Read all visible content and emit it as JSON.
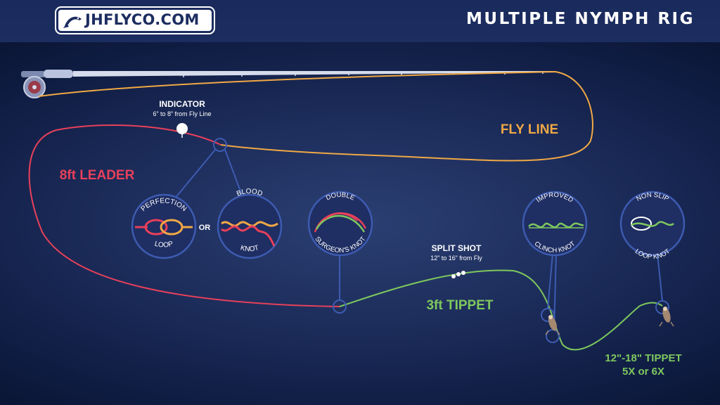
{
  "header": {
    "logo_text": "JHFLYCO.COM",
    "title": "MULTIPLE NYMPH RIG"
  },
  "labels": {
    "indicator": "INDICATOR",
    "indicator_sub": "6” to 8” from Fly Line",
    "fly_line": "FLY LINE",
    "leader": "8ft LEADER",
    "or": "OR",
    "split_shot": "SPLIT SHOT",
    "split_shot_sub": "12” to 16” from Fly",
    "tippet_main": "3ft TIPPET",
    "tippet_dropper_1": "12\"-18\" TIPPET",
    "tippet_dropper_2": "5X or 6X"
  },
  "knots": {
    "perfection_top": "PERFECTION",
    "perfection_bottom": "LOOP",
    "blood_top": "BLOOD",
    "blood_bottom": "KNOT",
    "surgeon_top": "DOUBLE",
    "surgeon_bottom": "SURGEON'S KNOT",
    "clinch_top": "IMPROVED",
    "clinch_bottom": "CLINCH KNOT",
    "nonslip_top": "NON SLIP",
    "nonslip_bottom": "LOOP KNOT"
  },
  "colors": {
    "fly_line": "#f0a845",
    "leader": "#e8405a",
    "tippet": "#7ec85e",
    "marker": "#3d5bb0",
    "label_white": "#ffffff"
  },
  "icons": [
    "fly-rod-icon",
    "fly-reel-icon",
    "fish-logo-icon",
    "nymph-fly-icon"
  ]
}
